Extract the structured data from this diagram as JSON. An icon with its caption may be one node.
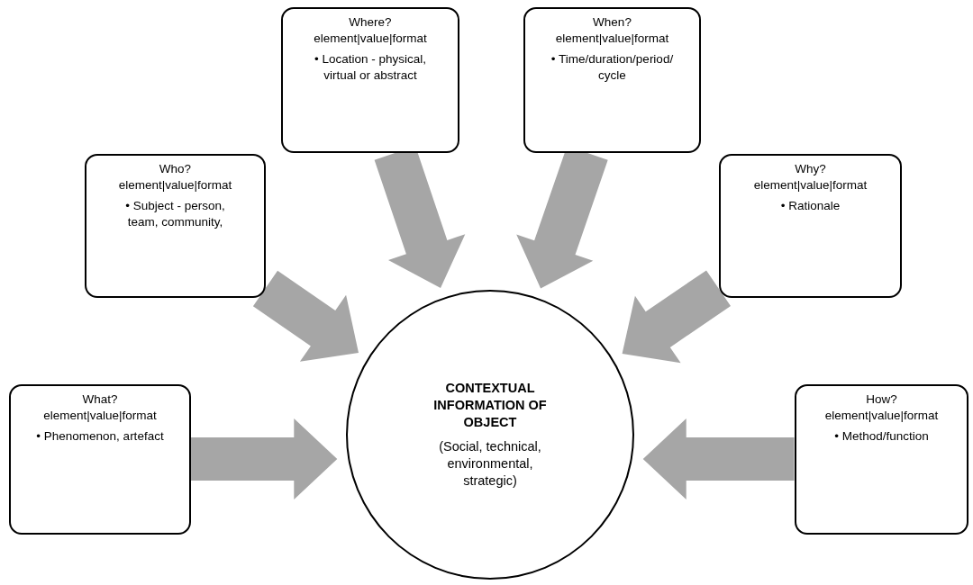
{
  "diagram": {
    "nodes": [
      {
        "text": [
          "What?",
          "element|value|format",
          "• Phenomenon, artefact"
        ]
      },
      {
        "text": [
          "Who?",
          "element|value|format",
          "• Subject - person, team, community,"
        ]
      },
      {
        "text": [
          "Where?",
          "element|value|format",
          "• Location - physical, virtual or abstract"
        ]
      },
      {
        "text": [
          "When?",
          "element|value|format",
          "• Time/duration/period/ cycle"
        ]
      },
      {
        "text": [
          "Why?",
          "element|value|format",
          "• Rationale"
        ]
      },
      {
        "text": [
          "How?",
          "element|value|format",
          "• Method/function"
        ]
      },
      {
        "text": [
          "CONTEXTUAL INFORMATION OF OBJECT",
          "(Social, technical, environmental, strategic)"
        ]
      }
    ],
    "edges": [
      {
        "from": 0,
        "to": 6,
        "arrow": "to",
        "style": "thick"
      },
      {
        "from": 1,
        "to": 6,
        "arrow": "to",
        "style": "thick"
      },
      {
        "from": 2,
        "to": 6,
        "arrow": "to",
        "style": "thick"
      },
      {
        "from": 3,
        "to": 6,
        "arrow": "to",
        "style": "thick"
      },
      {
        "from": 4,
        "to": 6,
        "arrow": "to",
        "style": "thick"
      },
      {
        "from": 5,
        "to": 6,
        "arrow": "to",
        "style": "thick"
      }
    ]
  }
}
